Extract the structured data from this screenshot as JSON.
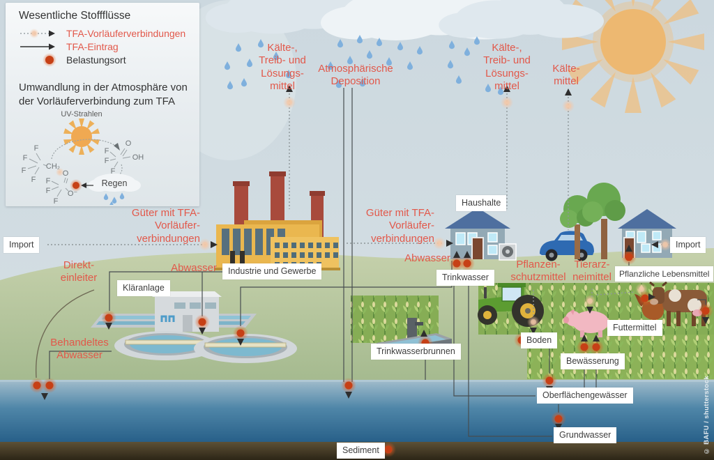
{
  "legend": {
    "title": "Wesentliche Stoffflüsse",
    "items": [
      {
        "label": "TFA-Vorläuferverbindungen"
      },
      {
        "label": "TFA-Eintrag"
      },
      {
        "label": "Belastungsort"
      }
    ],
    "transformation_title": "Umwandlung in der Atmosphäre von\nder Vorläuferverbindung zum TFA",
    "uv_label": "UV-Strahlen",
    "rain_label": "Regen",
    "molecules": {
      "precursor": [
        "F",
        "F",
        "F",
        "F",
        "CH₂"
      ],
      "tfa_acid": [
        "F",
        "F",
        "F",
        "O",
        "OH"
      ],
      "tfa_anion": [
        "F",
        "F",
        "F",
        "O",
        "O⁻"
      ]
    }
  },
  "atmosphere_labels": {
    "kaelte_treib_loesung_left": "Kälte-,\nTreib- und\nLösungs-\nmittel",
    "atmosphaerische_deposition": "Atmosphärische\nDeposition",
    "kaelte_treib_loesung_right": "Kälte-,\nTreib- und\nLösungs-\nmittel",
    "kaeltemittel": "Kälte-\nmittel"
  },
  "flow_labels": {
    "gueter_left": "Güter mit TFA-\nVorläufer-\nverbindungen",
    "gueter_mid": "Güter mit TFA-\nVorläufer-\nverbindungen",
    "direkteinleiter": "Direkt-\neinleiter",
    "abwasser_left": "Abwasser",
    "abwasser_mid": "Abwasser",
    "behandeltes_abwasser": "Behandeltes\nAbwasser",
    "pflanzenschutzmittel": "Pflanzen-\nschutzmittel",
    "tierarzneimittel": "Tierarz-\nneimittel"
  },
  "places": {
    "import_left": "Import",
    "industrie": "Industrie und Gewerbe",
    "klaeranlage": "Kläranlage",
    "haushalte": "Haushalte",
    "trinkwasser": "Trinkwasser",
    "trinkwasserbrunnen": "Trinkwasserbrunnen",
    "import_right": "Import",
    "pflanzliche_lebensmittel": "Pflanzliche Lebensmittel",
    "futtermittel": "Futtermittel",
    "boden": "Boden",
    "bewaesserung": "Bewässerung",
    "oberflaechengewaesser": "Oberflächengewässer",
    "grundwasser": "Grundwasser",
    "sediment": "Sediment"
  },
  "credit": "© BAFU / shutterstock",
  "colors": {
    "accent_red": "#e2584a",
    "dot_core": "#c64016",
    "rain_blue": "#7fb0dd",
    "sun_orange": "#f0b668",
    "water_deep": "#2c6c96"
  }
}
